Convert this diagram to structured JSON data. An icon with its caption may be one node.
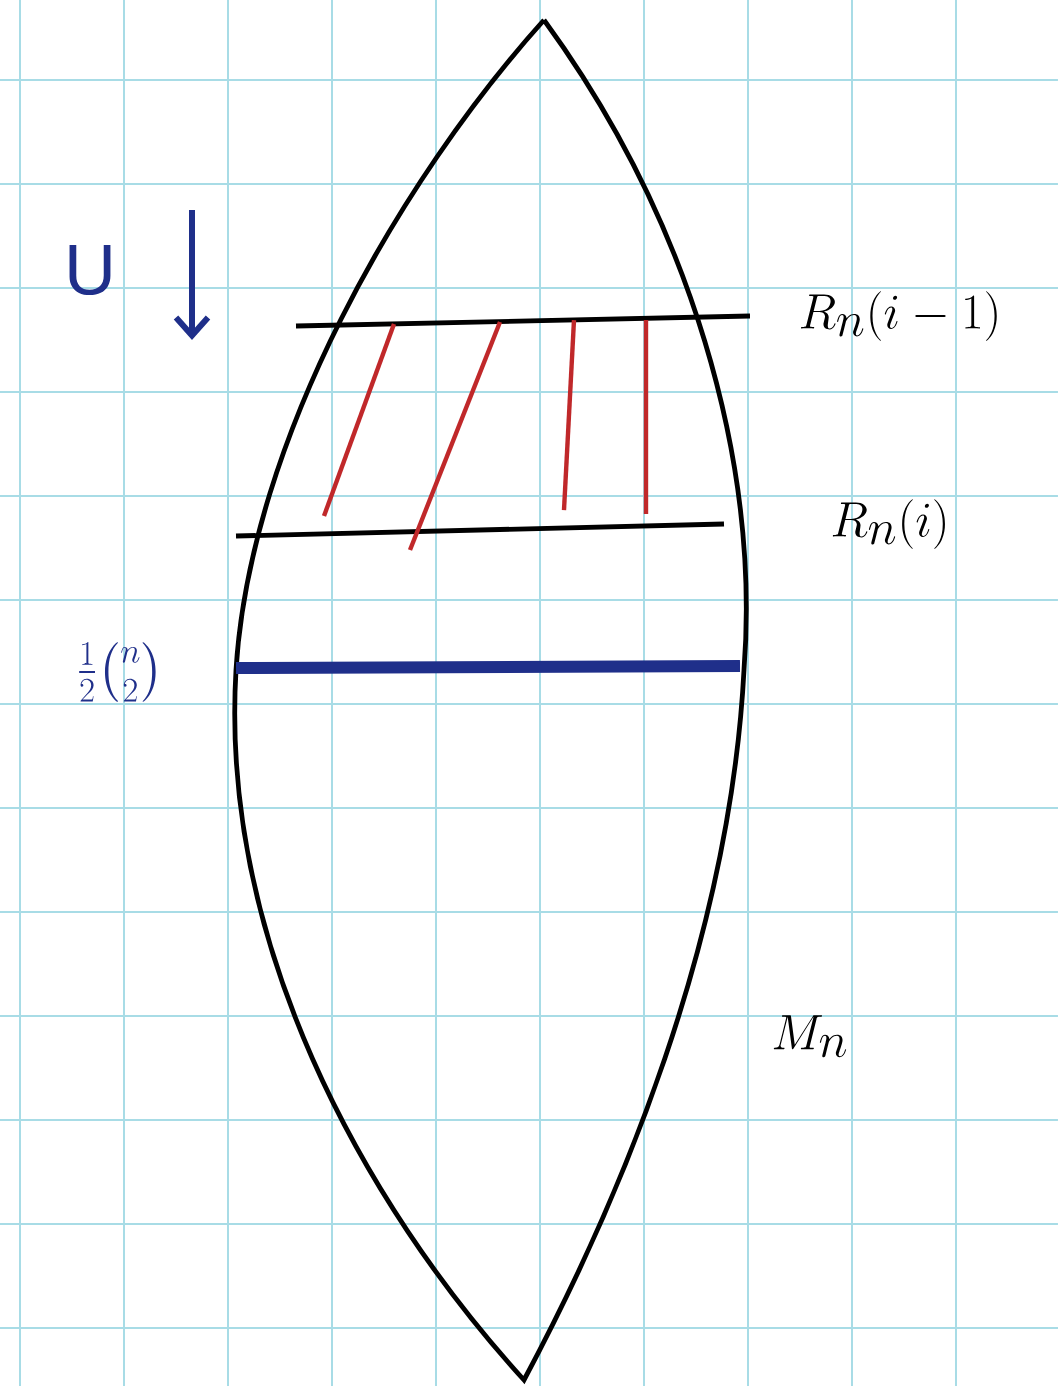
{
  "diagram": {
    "labels": [
      "U",
      "R_n(i-1)",
      "R_n(i)",
      "\\frac{1}{2}\\binom{n}{2}",
      "M_n"
    ]
  }
}
